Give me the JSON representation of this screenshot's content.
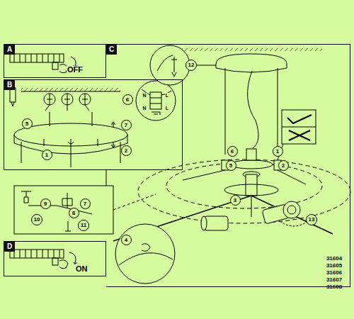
{
  "diagram": {
    "nodes": [
      {
        "text": [
          "A",
          "OFF"
        ]
      },
      {
        "text": [
          "C"
        ]
      },
      {
        "text": [
          "B"
        ]
      },
      {
        "text": [
          "D",
          "ON"
        ]
      }
    ],
    "labels": [
      "12",
      "1",
      "2",
      "3",
      "4",
      "5",
      "6",
      "13",
      "9",
      "7",
      "8",
      "10",
      "11",
      "6",
      "5",
      "7",
      "2",
      "1",
      "N",
      "L",
      "N",
      "L",
      "31604",
      "31605",
      "31606",
      "31607",
      "31608"
    ]
  }
}
